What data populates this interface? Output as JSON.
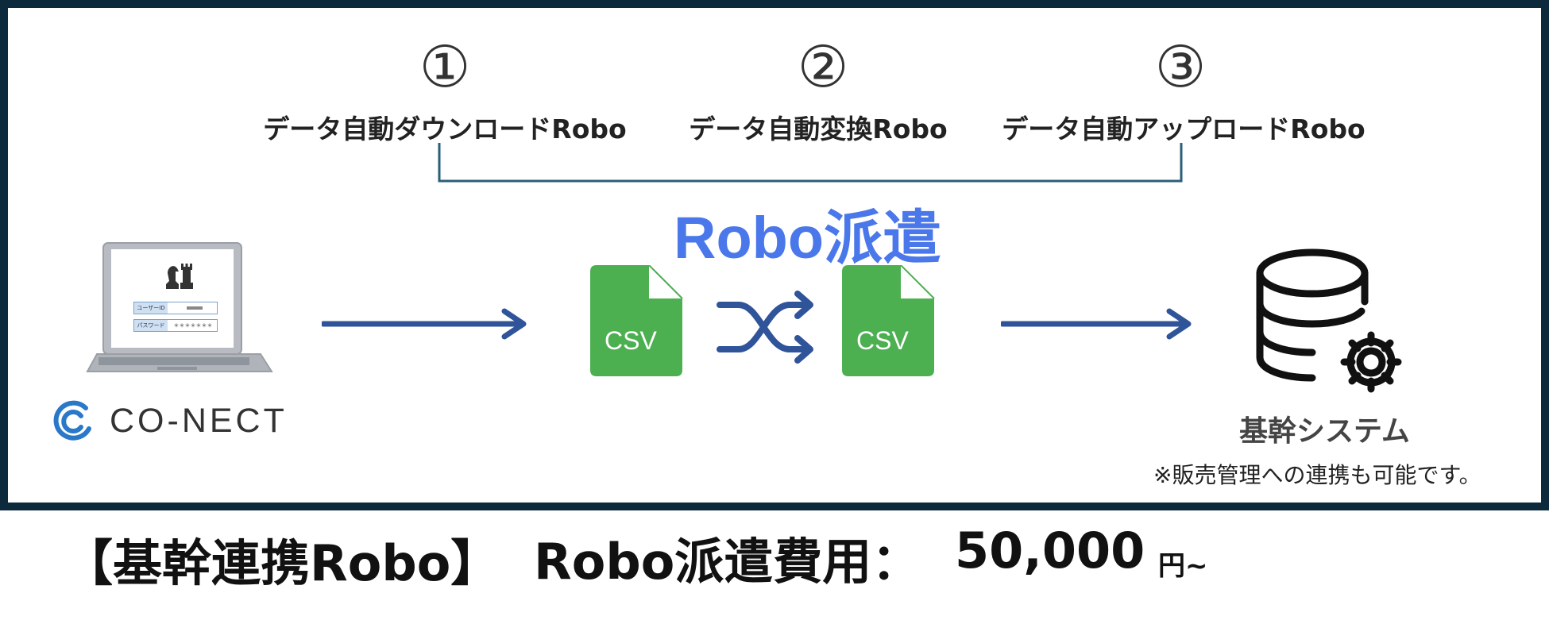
{
  "steps": [
    {
      "number": "①",
      "label": "データ自動ダウンロードRobo"
    },
    {
      "number": "②",
      "label": "データ自動変換Robo"
    },
    {
      "number": "③",
      "label": "データ自動アップロードRobo"
    }
  ],
  "dispatch_title": "Robo派遣",
  "laptop": {
    "field1_label": "ユーザーID",
    "field2_label": "パスワード",
    "field2_value": "＊＊＊＊＊＊＊"
  },
  "brand": {
    "name": "CO-NECT"
  },
  "csv_files": [
    {
      "label": "CSV"
    },
    {
      "label": "CSV"
    }
  ],
  "system": {
    "label": "基幹システム",
    "note": "※販売管理への連携も可能です。"
  },
  "price": {
    "product": "【基幹連携Robo】",
    "fee_label": "Robo派遣費用：",
    "amount": "50,000",
    "suffix": "円~"
  },
  "colors": {
    "border": "#0d2a3d",
    "accent_blue": "#4a78ea",
    "arrow_blue": "#2f549a",
    "csv_green": "#4caf50",
    "bracket": "#2a5f78"
  },
  "icons": [
    "laptop-icon",
    "chess-icon",
    "co-nect-logo-icon",
    "csv-file-icon",
    "shuffle-icon",
    "database-gear-icon",
    "arrow-right-icon"
  ]
}
